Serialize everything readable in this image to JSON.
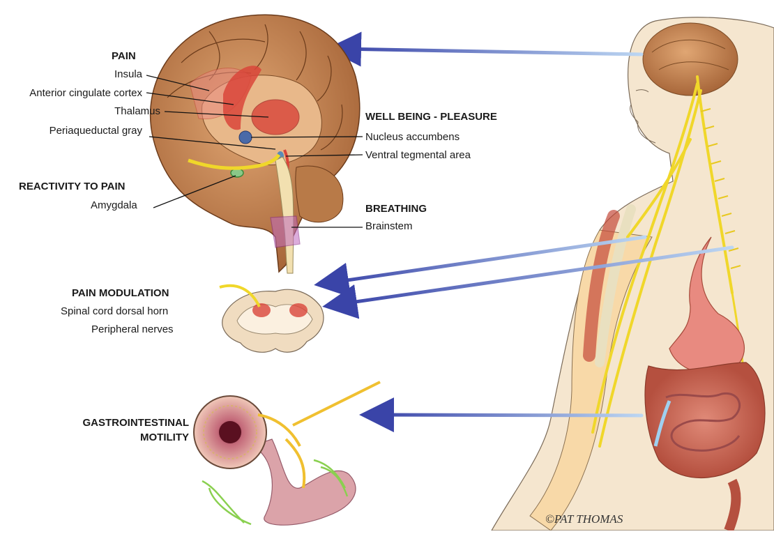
{
  "groups": {
    "pain": {
      "heading": "PAIN",
      "items": [
        "Insula",
        "Anterior cingulate cortex",
        "Thalamus",
        "Periaqueductal gray"
      ]
    },
    "well_being": {
      "heading": "WELL BEING - PLEASURE",
      "items": [
        "Nucleus accumbens",
        "Ventral tegmental area"
      ]
    },
    "reactivity": {
      "heading": "REACTIVITY TO PAIN",
      "items": [
        "Amygdala"
      ]
    },
    "breathing": {
      "heading": "BREATHING",
      "items": [
        "Brainstem"
      ]
    },
    "modulation": {
      "heading": "PAIN MODULATION",
      "items": [
        "Spinal cord dorsal horn",
        "Peripheral nerves"
      ]
    },
    "gi": {
      "heading_line1": "GASTROINTESTINAL",
      "heading_line2": "MOTILITY"
    }
  },
  "signature": "©PAT THOMAS",
  "colors": {
    "arrow": "#3a44a8",
    "brain": "#c98a55",
    "nerve": "#f2dc2a",
    "highlight_red": "#d9453a",
    "skin": "#f3e2c8",
    "intestine": "#cf6a5a"
  }
}
